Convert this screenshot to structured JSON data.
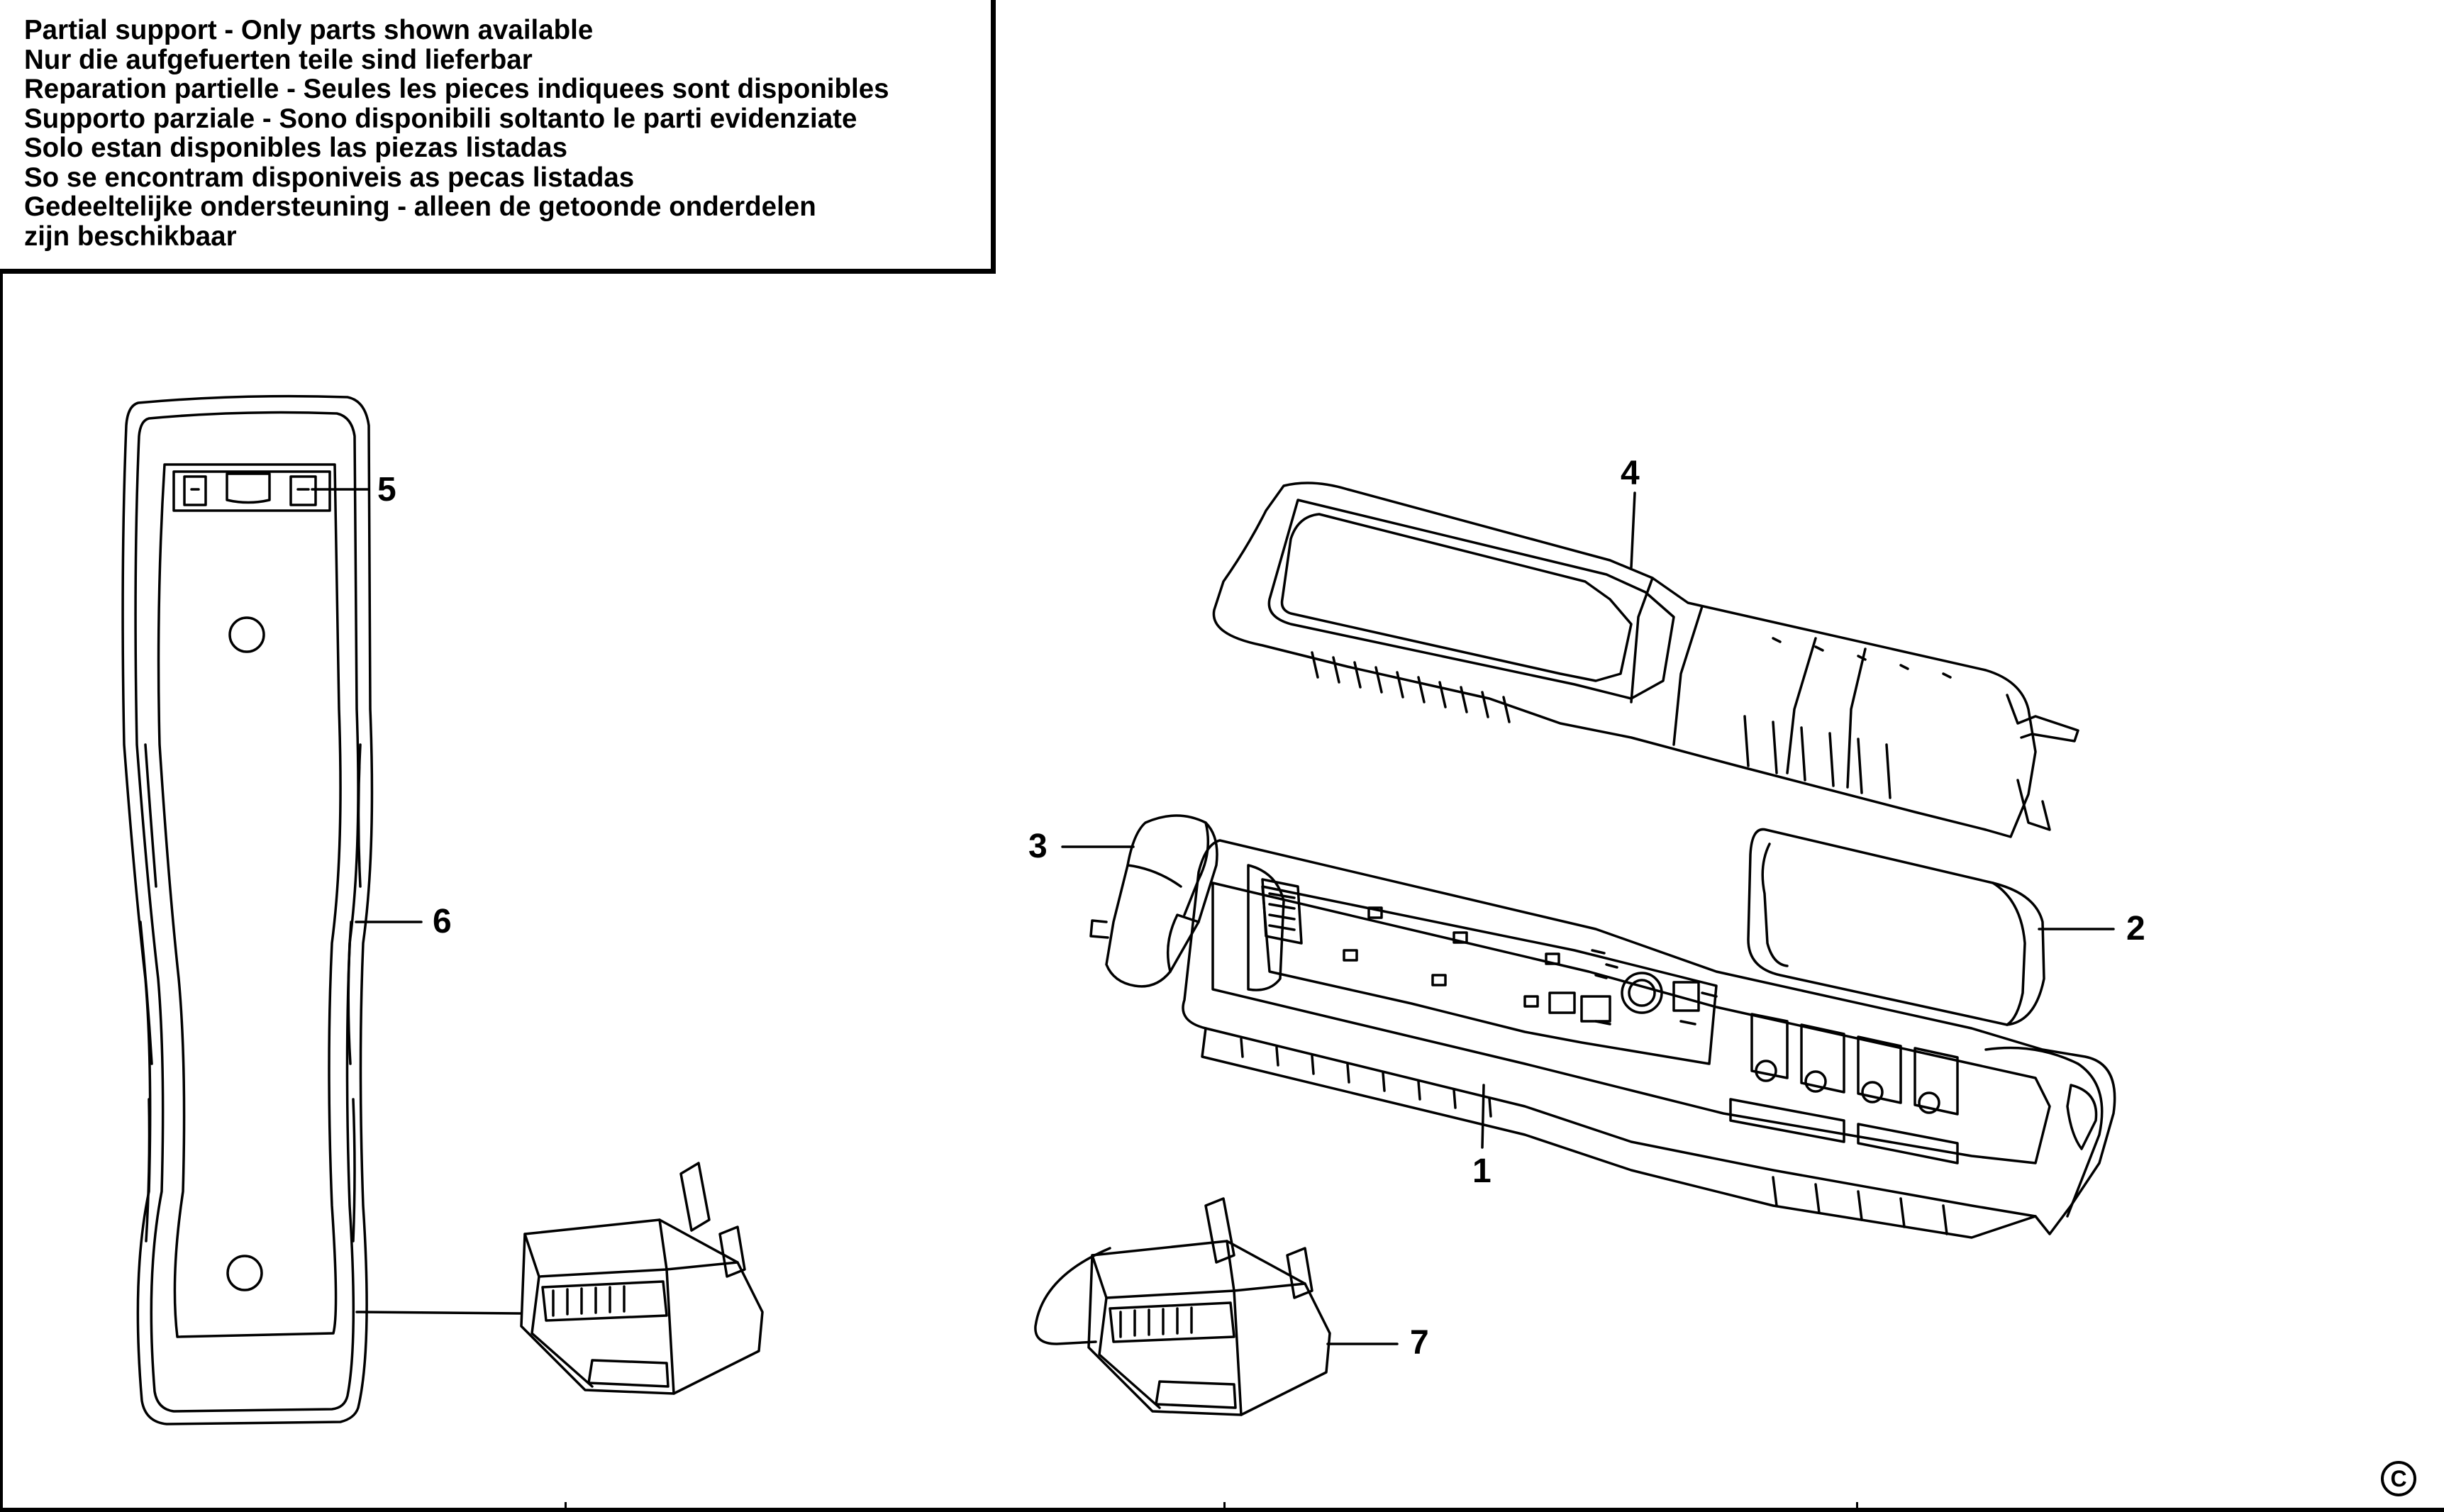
{
  "notice": {
    "lines": [
      "Partial support - Only parts shown available",
      "Nur die aufgefuerten teile sind lieferbar",
      "Reparation partielle - Seules les pieces indiquees sont disponibles",
      "Supporto parziale - Sono disponibili soltanto le parti evidenziate",
      "Solo estan disponibles las piezas listadas",
      "So se encontram disponiveis as pecas listadas",
      "Gedeeltelijke ondersteuning - alleen de getoonde onderdelen",
      "zijn beschikbaar"
    ]
  },
  "callouts": {
    "part_1": "1",
    "part_2": "2",
    "part_3": "3",
    "part_4": "4",
    "part_5": "5",
    "part_6": "6",
    "part_7": "7"
  },
  "copyright_symbol": "C",
  "line_color": "#000000",
  "background_color": "#ffffff"
}
